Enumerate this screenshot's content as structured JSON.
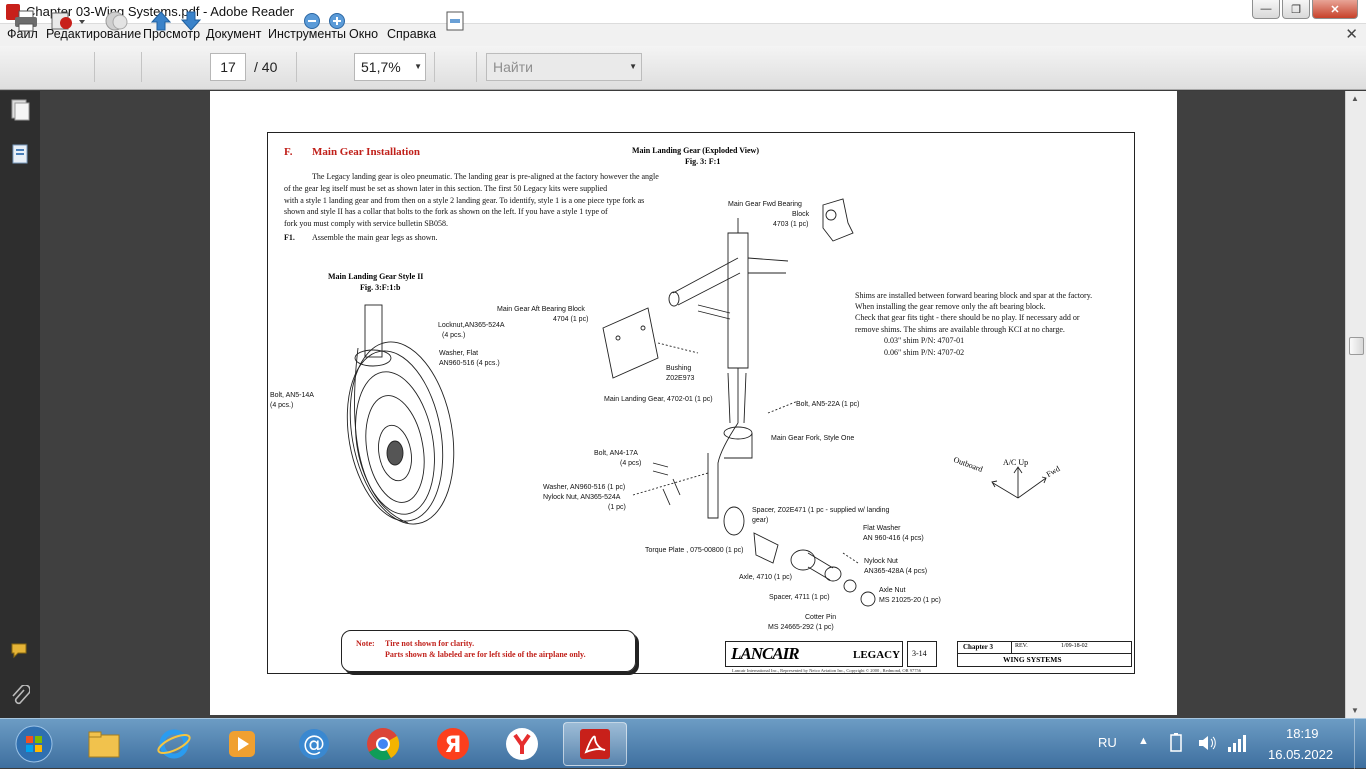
{
  "window": {
    "title": "Chapter 03-Wing Systems.pdf - Adobe Reader"
  },
  "menu": [
    "Файл",
    "Редактирование",
    "Просмотр",
    "Документ",
    "Инструменты",
    "Окно",
    "Справка"
  ],
  "toolbar": {
    "page_current": "17",
    "page_total": "/ 40",
    "zoom": "51,7%",
    "find_placeholder": "Найти"
  },
  "doc": {
    "section_letter": "F.",
    "section_title": "Main Gear Installation",
    "para_lines": [
      "The Legacy landing gear is oleo pneumatic. The landing gear is pre-aligned at the factory however the angle",
      "of the gear leg itself must be set as shown later in this section. The first 50 Legacy kits were supplied",
      "with a style 1 landing gear and from then on a style 2 landing gear. To identify, style 1 is a one piece type fork as",
      "shown and style II has a collar that bolts to the fork as shown on the left. If you have a style 1 type of",
      "fork you must comply with service bulletin SB058."
    ],
    "step_num": "F1.",
    "step_text": "Assemble the main gear legs as shown.",
    "fig_exploded_title": "Main Landing Gear (Exploded View)",
    "fig_exploded_num": "Fig. 3: F:1",
    "fig_style2_title": "Main Landing Gear Style II",
    "fig_style2_num": "Fig. 3:F:1:b",
    "labels": {
      "fwd_block_1": "Main  Gear Fwd Bearing",
      "fwd_block_2": "Block",
      "fwd_block_3": "4703 (1 pc)",
      "aft_block_1": "Main Gear Aft Bearing Block",
      "aft_block_2": "4704  (1 pc)",
      "bushing_1": "Bushing",
      "bushing_2": "Z02E973",
      "gear_leg": "Main Landing Gear, 4702-01 (1 pc)",
      "bolt22": "Bolt, AN5-22A (1 pc)",
      "fork": "Main Gear Fork, Style One",
      "bolt17_1": "Bolt,  AN4-17A",
      "bolt17_2": "(4 pcs)",
      "washer516": "Washer, AN960-516 (1 pc)",
      "nylock524_1": "Nylock Nut, AN365-524A",
      "nylock524_2": "(1 pc)",
      "spacer471_1": "Spacer, Z02E471 (1 pc - supplied w/ landing",
      "spacer471_2": "gear)",
      "flatwasher_1": "Flat Washer",
      "flatwasher_2": "AN 960-416 (4 pcs)",
      "torque": "Torque Plate , 075-00800 (1 pc)",
      "nylock428_1": "Nylock Nut",
      "nylock428_2": "AN365-428A (4 pcs)",
      "axle": "Axle, 4710 (1 pc)",
      "axlenut_1": "Axle Nut",
      "axlenut_2": "MS 21025-20 (1 pc)",
      "spacer4711": "Spacer, 4711 (1 pc)",
      "cotter_1": "Cotter Pin",
      "cotter_2": "MS 24665-292 (1 pc)",
      "locknut_1": "Locknut,AN365-524A",
      "locknut_2": "(4 pcs.)",
      "washerflat_1": "Washer, Flat",
      "washerflat_2": "AN960-516 (4 pcs.)",
      "bolt14_1": "Bolt, AN5-14A",
      "bolt14_2": "(4 pcs.)",
      "outboard": "Outboard",
      "ac_up": "A/C Up",
      "fwd": "Fwd"
    },
    "shim_lines": [
      "Shims are installed between forward bearing block and spar at the factory.",
      "When installing the gear remove only the aft bearing block.",
      "Check that gear fits tight - there should be no play. If necessary add or",
      "remove shims. The shims are available through KCI at no charge."
    ],
    "shim_items": [
      "0.03\" shim P/N: 4707-01",
      "0.06\" shim P/N: 4707-02"
    ],
    "note_label": "Note:",
    "note_line1": "Tire not shown for clarity.",
    "note_line2": "Parts shown & labeled are for left side of the airplane only.",
    "footer": {
      "brand": "LANCAIR",
      "model": "LEGACY",
      "page": "3-14",
      "chapter": "Chapter 3",
      "rev": "REV.",
      "date": "1/09-18-02",
      "section": "WING SYSTEMS",
      "copyright": "Lancair International Inc., Represented by Neico Aviation Inc., Copyright © 2000 , Redmond, OR 97756"
    }
  },
  "taskbar": {
    "lang": "RU",
    "time": "18:19",
    "date": "16.05.2022"
  },
  "colors": {
    "accent_red": "#c0201a",
    "taskbar": "#4f82b0"
  }
}
